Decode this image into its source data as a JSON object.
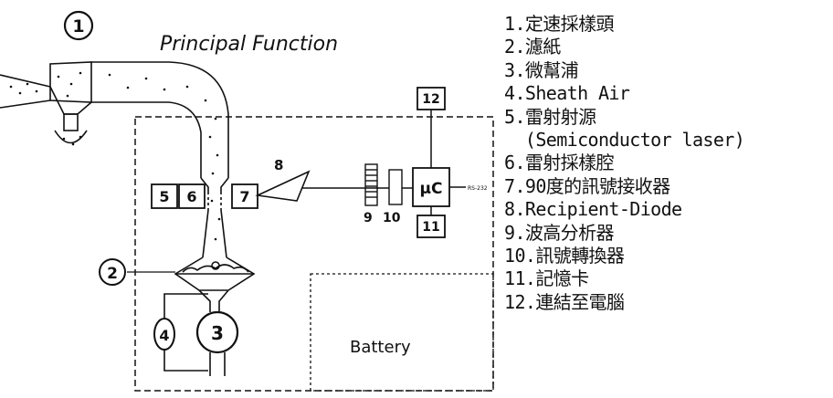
{
  "header": {
    "badge": "1",
    "title": "Principal Function"
  },
  "diagram": {
    "labels": {
      "n2": "2",
      "n3": "3",
      "n4": "4",
      "n5": "5",
      "n6": "6",
      "n7": "7",
      "n8": "8",
      "n9": "9",
      "n10": "10",
      "n11": "11",
      "n12": "12",
      "uc": "μC",
      "rs": "RS-232",
      "battery": "Battery"
    }
  },
  "legend": [
    "1.定速採樣頭",
    "2.濾紙",
    "3.微幫浦",
    "4.Sheath Air",
    "5.雷射射源",
    "  (Semiconductor laser)",
    "6.雷射採樣腔",
    "7.90度的訊號接收器",
    "8.Recipient-Diode",
    "9.波高分析器",
    "10.訊號轉換器",
    "11.記憶卡",
    "12.連結至電腦"
  ],
  "colors": {
    "ink": "#111111",
    "background": "#ffffff"
  }
}
